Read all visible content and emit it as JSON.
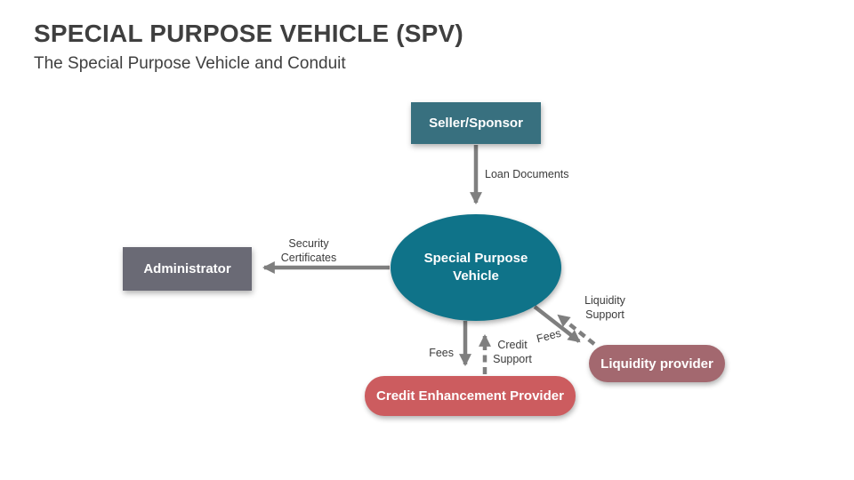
{
  "slide": {
    "title": "SPECIAL PURPOSE VEHICLE (SPV)",
    "subtitle": "The Special Purpose Vehicle and Conduit"
  },
  "nodes": {
    "seller_sponsor": {
      "label": "Seller/Sponsor",
      "color": "#38707F"
    },
    "spv": {
      "label": "Special Purpose Vehicle",
      "color": "#0F7389"
    },
    "administrator": {
      "label": "Administrator",
      "color": "#6A6A75"
    },
    "credit_enhancement_provider": {
      "label": "Credit Enhancement Provider",
      "color": "#CC5C5F"
    },
    "liquidity_provider": {
      "label": "Liquidity provider",
      "color": "#A3686F"
    }
  },
  "edge_labels": {
    "loan_documents": "Loan Documents",
    "security_certificates": "Security\nCertificates",
    "fees_credit": "Fees",
    "credit_support": "Credit\nSupport",
    "fees_liquidity": "Fees",
    "liquidity_support": "Liquidity\nSupport"
  },
  "edges": [
    {
      "from": "seller_sponsor",
      "to": "spv",
      "style": "solid",
      "label": "Loan Documents"
    },
    {
      "from": "spv",
      "to": "administrator",
      "style": "solid",
      "label": "Security Certificates"
    },
    {
      "from": "spv",
      "to": "credit_enhancement_provider",
      "style": "solid",
      "label": "Fees"
    },
    {
      "from": "credit_enhancement_provider",
      "to": "spv",
      "style": "dashed",
      "label": "Credit Support"
    },
    {
      "from": "spv",
      "to": "liquidity_provider",
      "style": "solid",
      "label": "Fees"
    },
    {
      "from": "liquidity_provider",
      "to": "spv",
      "style": "dashed",
      "label": "Liquidity Support"
    }
  ],
  "colors": {
    "arrow": "#7F7F7F",
    "title_text": "#3F3F3F",
    "label_text": "#3B3B3B",
    "node_text": "#FFFFFF",
    "background": "#FFFFFF"
  }
}
